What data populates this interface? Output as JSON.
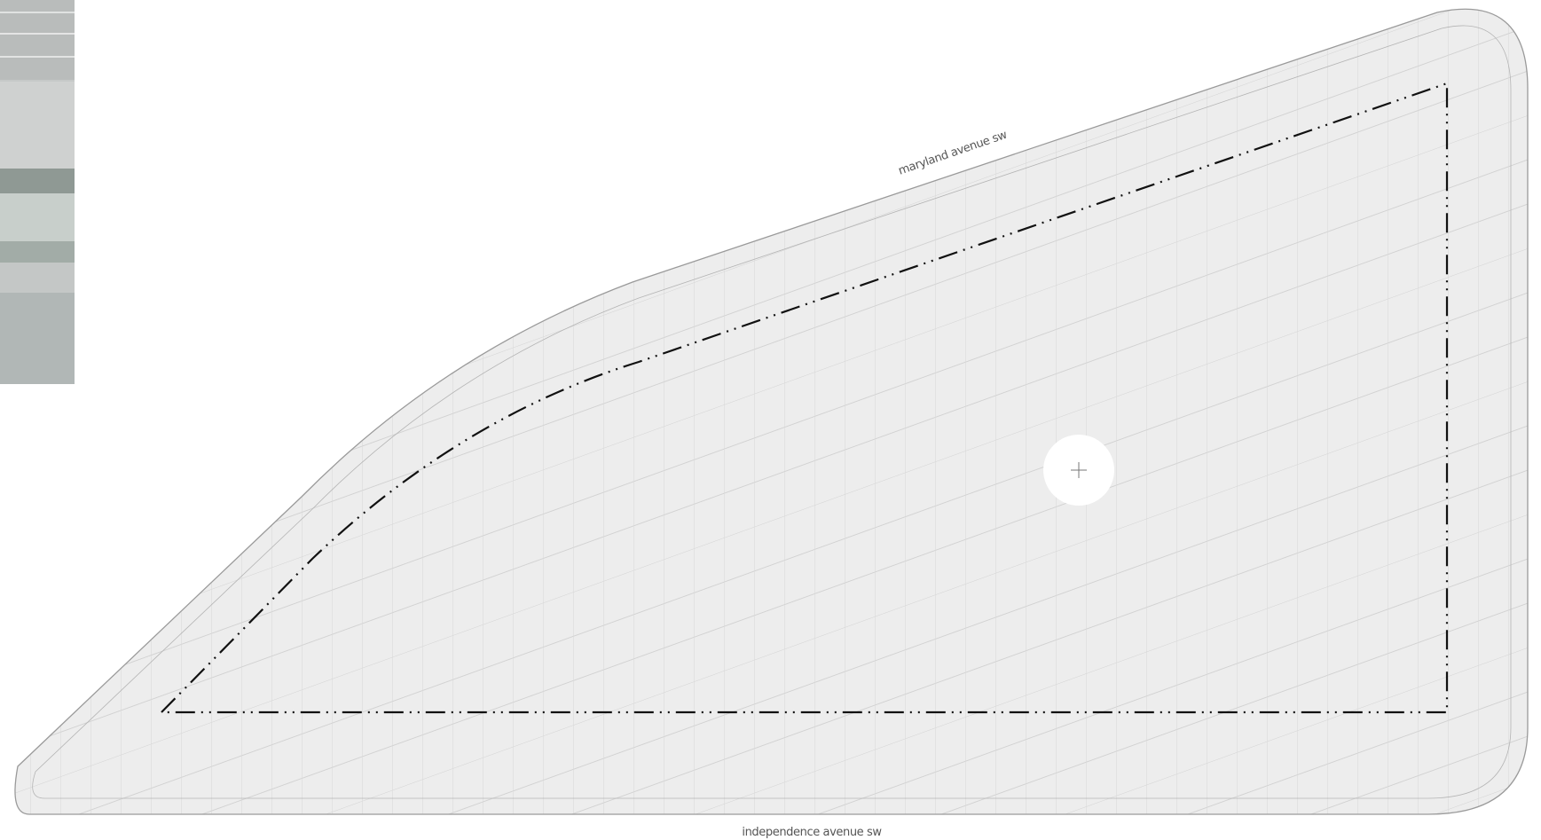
{
  "labels": {
    "north_street": "maryland avenue sw",
    "south_street": "independence avenue sw"
  },
  "colors": {
    "plaza_fill": "#ededed",
    "plaza_outline": "#9a9a9a",
    "paver_joint": "#d2d2d2",
    "boundary_line": "#111111",
    "center_marker": "#ffffff",
    "photo_light": "#c9cbca",
    "photo_band": "#a9b1ad",
    "photo_dark": "#8e9792"
  },
  "symbols": {
    "boundary_line_style": "dash-dot",
    "center_marker": "crosshair-circle"
  }
}
